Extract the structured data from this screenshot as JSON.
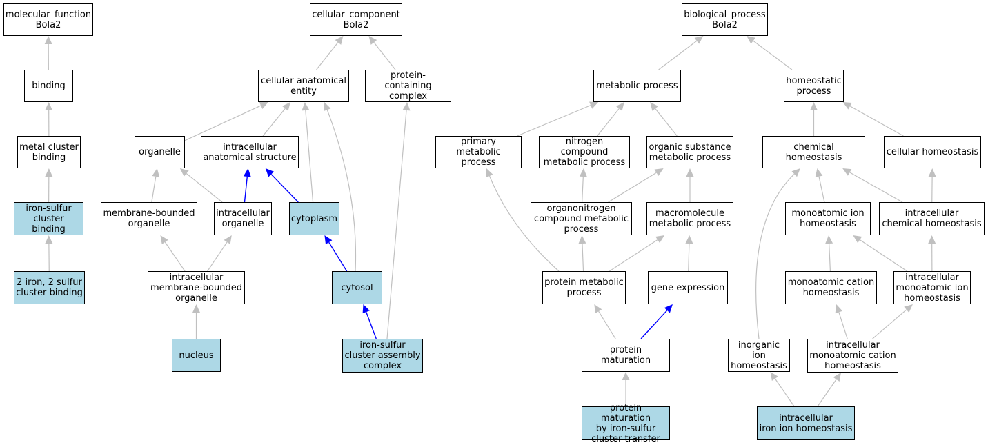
{
  "colors": {
    "highlight": "#add8e6",
    "edge_default": "#c0c0c0",
    "edge_highlight": "#0000ff",
    "node_border": "#000000"
  },
  "nodes": [
    {
      "id": "mf",
      "label": "molecular_function\nBola2",
      "highlight": false
    },
    {
      "id": "binding",
      "label": "binding",
      "highlight": false
    },
    {
      "id": "metal",
      "label": "metal cluster\nbinding",
      "highlight": false
    },
    {
      "id": "fes",
      "label": "iron-sulfur\ncluster binding",
      "highlight": true
    },
    {
      "id": "fe2s2",
      "label": "2 iron, 2 sulfur\ncluster binding",
      "highlight": true
    },
    {
      "id": "cc",
      "label": "cellular_component\nBola2",
      "highlight": false
    },
    {
      "id": "cae",
      "label": "cellular anatomical\nentity",
      "highlight": false
    },
    {
      "id": "pcc",
      "label": "protein-containing\ncomplex",
      "highlight": false
    },
    {
      "id": "organelle",
      "label": "organelle",
      "highlight": false
    },
    {
      "id": "ias",
      "label": "intracellular\nanatomical structure",
      "highlight": false
    },
    {
      "id": "mbo",
      "label": "membrane-bounded\norganelle",
      "highlight": false
    },
    {
      "id": "io",
      "label": "intracellular\norganelle",
      "highlight": false
    },
    {
      "id": "cytoplasm",
      "label": "cytoplasm",
      "highlight": true
    },
    {
      "id": "imbo",
      "label": "intracellular\nmembrane-bounded\norganelle",
      "highlight": false
    },
    {
      "id": "cytosol",
      "label": "cytosol",
      "highlight": true
    },
    {
      "id": "nucleus",
      "label": "nucleus",
      "highlight": true
    },
    {
      "id": "fesac",
      "label": "iron-sulfur\ncluster assembly\ncomplex",
      "highlight": true
    },
    {
      "id": "bp",
      "label": "biological_process\nBola2",
      "highlight": false
    },
    {
      "id": "metab",
      "label": "metabolic process",
      "highlight": false
    },
    {
      "id": "homeo",
      "label": "homeostatic\nprocess",
      "highlight": false
    },
    {
      "id": "pmp",
      "label": "primary metabolic\nprocess",
      "highlight": false
    },
    {
      "id": "ncmp",
      "label": "nitrogen compound\nmetabolic process",
      "highlight": false
    },
    {
      "id": "osmp",
      "label": "organic substance\nmetabolic process",
      "highlight": false
    },
    {
      "id": "chemh",
      "label": "chemical homeostasis",
      "highlight": false
    },
    {
      "id": "cellh",
      "label": "cellular homeostasis",
      "highlight": false
    },
    {
      "id": "oncmp",
      "label": "organonitrogen\ncompound metabolic\nprocess",
      "highlight": false
    },
    {
      "id": "mmp",
      "label": "macromolecule\nmetabolic process",
      "highlight": false
    },
    {
      "id": "monoh",
      "label": "monoatomic ion\nhomeostasis",
      "highlight": false
    },
    {
      "id": "ichemh",
      "label": "intracellular\nchemical homeostasis",
      "highlight": false
    },
    {
      "id": "protmp",
      "label": "protein metabolic\nprocess",
      "highlight": false
    },
    {
      "id": "gexp",
      "label": "gene expression",
      "highlight": false
    },
    {
      "id": "monoch",
      "label": "monoatomic cation\nhomeostasis",
      "highlight": false
    },
    {
      "id": "imih",
      "label": "intracellular\nmonoatomic ion\nhomeostasis",
      "highlight": false
    },
    {
      "id": "pmat",
      "label": "protein maturation",
      "highlight": false
    },
    {
      "id": "inorg",
      "label": "inorganic ion\nhomeostasis",
      "highlight": false
    },
    {
      "id": "imch",
      "label": "intracellular\nmonoatomic cation\nhomeostasis",
      "highlight": false
    },
    {
      "id": "pmatfes",
      "label": "protein maturation\nby iron-sulfur\ncluster transfer",
      "highlight": true
    },
    {
      "id": "iih",
      "label": "intracellular\niron ion homeostasis",
      "highlight": true
    }
  ],
  "edges": [
    {
      "from": "binding",
      "to": "mf",
      "highlight": false
    },
    {
      "from": "metal",
      "to": "binding",
      "highlight": false
    },
    {
      "from": "fes",
      "to": "metal",
      "highlight": false
    },
    {
      "from": "fe2s2",
      "to": "fes",
      "highlight": false
    },
    {
      "from": "cae",
      "to": "cc",
      "highlight": false
    },
    {
      "from": "pcc",
      "to": "cc",
      "highlight": false
    },
    {
      "from": "organelle",
      "to": "cae",
      "highlight": false
    },
    {
      "from": "ias",
      "to": "cae",
      "highlight": false
    },
    {
      "from": "cytoplasm",
      "to": "cae",
      "highlight": false
    },
    {
      "from": "cytosol",
      "to": "cae",
      "highlight": false
    },
    {
      "from": "mbo",
      "to": "organelle",
      "highlight": false
    },
    {
      "from": "io",
      "to": "organelle",
      "highlight": false
    },
    {
      "from": "io",
      "to": "ias",
      "highlight": true
    },
    {
      "from": "cytoplasm",
      "to": "ias",
      "highlight": true
    },
    {
      "from": "imbo",
      "to": "mbo",
      "highlight": false
    },
    {
      "from": "imbo",
      "to": "io",
      "highlight": false
    },
    {
      "from": "nucleus",
      "to": "imbo",
      "highlight": false
    },
    {
      "from": "cytosol",
      "to": "cytoplasm",
      "highlight": true
    },
    {
      "from": "fesac",
      "to": "cytosol",
      "highlight": true
    },
    {
      "from": "fesac",
      "to": "pcc",
      "highlight": false
    },
    {
      "from": "metab",
      "to": "bp",
      "highlight": false
    },
    {
      "from": "homeo",
      "to": "bp",
      "highlight": false
    },
    {
      "from": "pmp",
      "to": "metab",
      "highlight": false
    },
    {
      "from": "ncmp",
      "to": "metab",
      "highlight": false
    },
    {
      "from": "osmp",
      "to": "metab",
      "highlight": false
    },
    {
      "from": "oncmp",
      "to": "ncmp",
      "highlight": false
    },
    {
      "from": "oncmp",
      "to": "osmp",
      "highlight": false
    },
    {
      "from": "mmp",
      "to": "osmp",
      "highlight": false
    },
    {
      "from": "protmp",
      "to": "pmp",
      "highlight": false
    },
    {
      "from": "protmp",
      "to": "oncmp",
      "highlight": false
    },
    {
      "from": "protmp",
      "to": "mmp",
      "highlight": false
    },
    {
      "from": "gexp",
      "to": "mmp",
      "highlight": false
    },
    {
      "from": "pmat",
      "to": "protmp",
      "highlight": false
    },
    {
      "from": "pmat",
      "to": "gexp",
      "highlight": true
    },
    {
      "from": "pmatfes",
      "to": "pmat",
      "highlight": false
    },
    {
      "from": "chemh",
      "to": "homeo",
      "highlight": false
    },
    {
      "from": "cellh",
      "to": "homeo",
      "highlight": false
    },
    {
      "from": "monoh",
      "to": "chemh",
      "highlight": false
    },
    {
      "from": "ichemh",
      "to": "chemh",
      "highlight": false
    },
    {
      "from": "ichemh",
      "to": "cellh",
      "highlight": false
    },
    {
      "from": "inorg",
      "to": "chemh",
      "highlight": false
    },
    {
      "from": "monoch",
      "to": "monoh",
      "highlight": false
    },
    {
      "from": "imih",
      "to": "monoh",
      "highlight": false
    },
    {
      "from": "imih",
      "to": "ichemh",
      "highlight": false
    },
    {
      "from": "imch",
      "to": "monoch",
      "highlight": false
    },
    {
      "from": "imch",
      "to": "imih",
      "highlight": false
    },
    {
      "from": "iih",
      "to": "inorg",
      "highlight": false
    },
    {
      "from": "iih",
      "to": "imch",
      "highlight": false
    }
  ]
}
